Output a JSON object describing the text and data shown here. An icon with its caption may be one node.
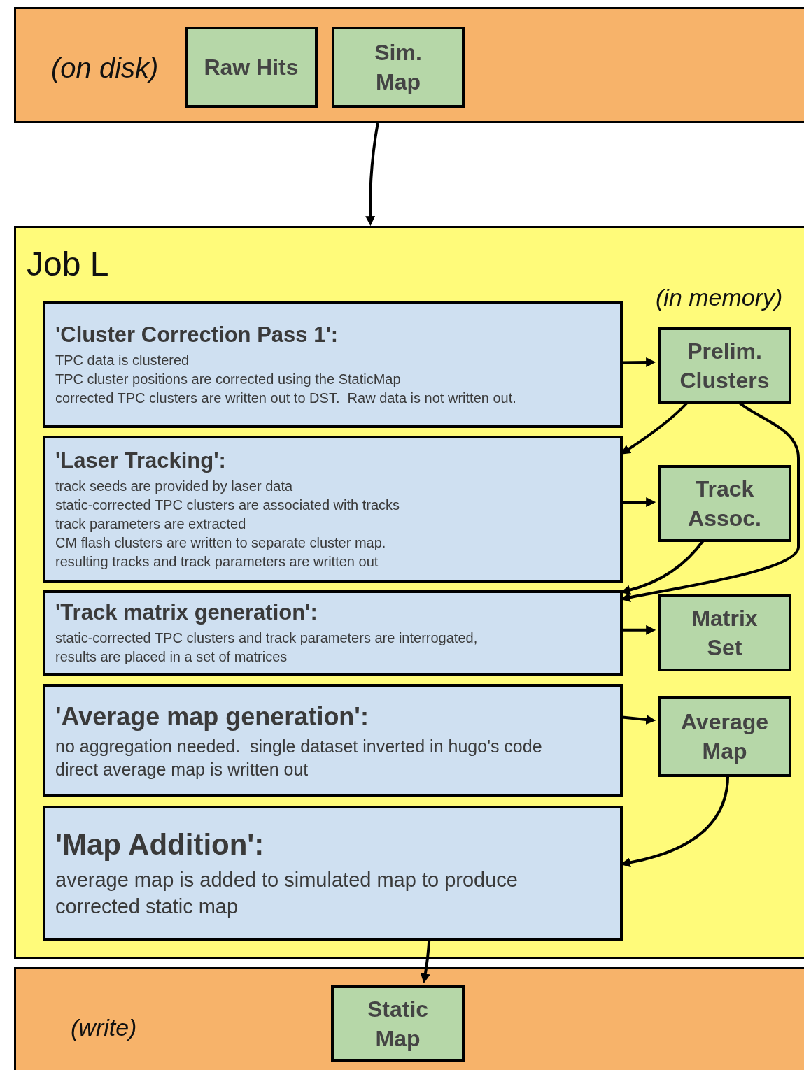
{
  "diagram": {
    "nodes": [
      {
        "text": [
          "(on disk)"
        ]
      },
      {
        "text": [
          "Raw Hits"
        ],
        "in": 0
      },
      {
        "text": [
          "Sim. Map"
        ],
        "in": 0
      },
      {
        "text": [
          "Job L"
        ]
      },
      {
        "text": [
          "'Cluster Correction Pass 1':",
          "TPC data is clustered",
          "TPC cluster positions are corrected using the StaticMap",
          "corrected TPC clusters are written out to DST.  Raw data is not written out."
        ],
        "in": 3
      },
      {
        "text": [
          "Prelim. Clusters"
        ],
        "in": 3
      },
      {
        "text": [
          "'Laser Tracking':",
          "track seeds are provided by laser data",
          "static-corrected TPC clusters are associated with tracks",
          "track parameters are extracted",
          "CM flash clusters are written to separate cluster map.",
          "resulting tracks and track parameters are written out"
        ],
        "in": 3
      },
      {
        "text": [
          "Track Assoc."
        ],
        "in": 3
      },
      {
        "text": [
          "'Track matrix generation':",
          "static-corrected TPC clusters and track parameters are interrogated,",
          "results are placed in a set of matrices"
        ],
        "in": 3
      },
      {
        "text": [
          "Matrix Set"
        ],
        "in": 3
      },
      {
        "text": [
          "'Average map generation':",
          "no aggregation needed.  single dataset inverted in hugo's code",
          "direct average map is written out"
        ],
        "in": 3
      },
      {
        "text": [
          "Average Map"
        ],
        "in": 3
      },
      {
        "text": [
          "'Map Addition':",
          "average map is added to simulated map to produce corrected static map"
        ],
        "in": 3
      },
      {
        "text": [
          "(write)"
        ]
      },
      {
        "text": [
          "Static Map"
        ],
        "in": 13
      }
    ],
    "edges": [
      {
        "from": 0,
        "to": 3,
        "arrow": "to"
      },
      {
        "from": 4,
        "to": 5,
        "arrow": "to"
      },
      {
        "from": 5,
        "to": 6,
        "arrow": "to"
      },
      {
        "from": 5,
        "to": 8,
        "arrow": "to"
      },
      {
        "from": 6,
        "to": 7,
        "arrow": "to"
      },
      {
        "from": 7,
        "to": 8,
        "arrow": "to"
      },
      {
        "from": 8,
        "to": 9,
        "arrow": "to"
      },
      {
        "from": 10,
        "to": 11,
        "arrow": "to"
      },
      {
        "from": 11,
        "to": 12,
        "arrow": "to"
      },
      {
        "from": 12,
        "to": 14,
        "arrow": "to"
      }
    ],
    "labels": [
      "(in memory)"
    ]
  }
}
